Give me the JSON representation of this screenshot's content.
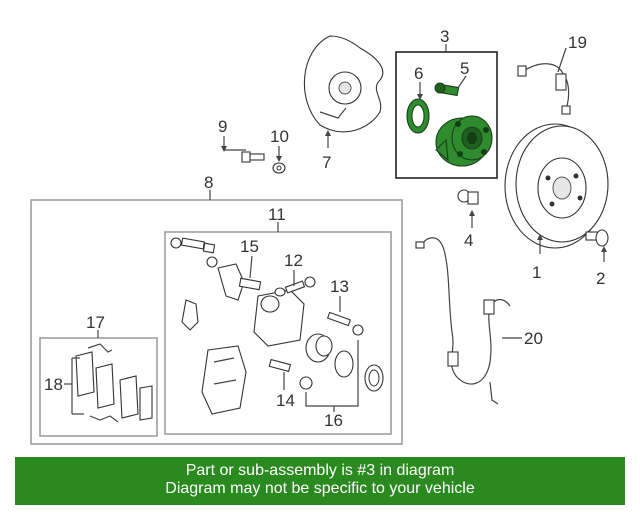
{
  "callouts": {
    "c1": "1",
    "c2": "2",
    "c3": "3",
    "c4": "4",
    "c5": "5",
    "c6": "6",
    "c7": "7",
    "c8": "8",
    "c9": "9",
    "c10": "10",
    "c11": "11",
    "c12": "12",
    "c13": "13",
    "c14": "14",
    "c15": "15",
    "c16": "16",
    "c17": "17",
    "c18": "18",
    "c19": "19",
    "c20": "20"
  },
  "banner": {
    "line1": "Part or sub-assembly is #3 in diagram",
    "line2": "Diagram may not be specific to your vehicle"
  },
  "colors": {
    "highlight_part": "#2e8b2e",
    "banner_bg": "#2b8a1f",
    "banner_text": "#ffffff"
  }
}
